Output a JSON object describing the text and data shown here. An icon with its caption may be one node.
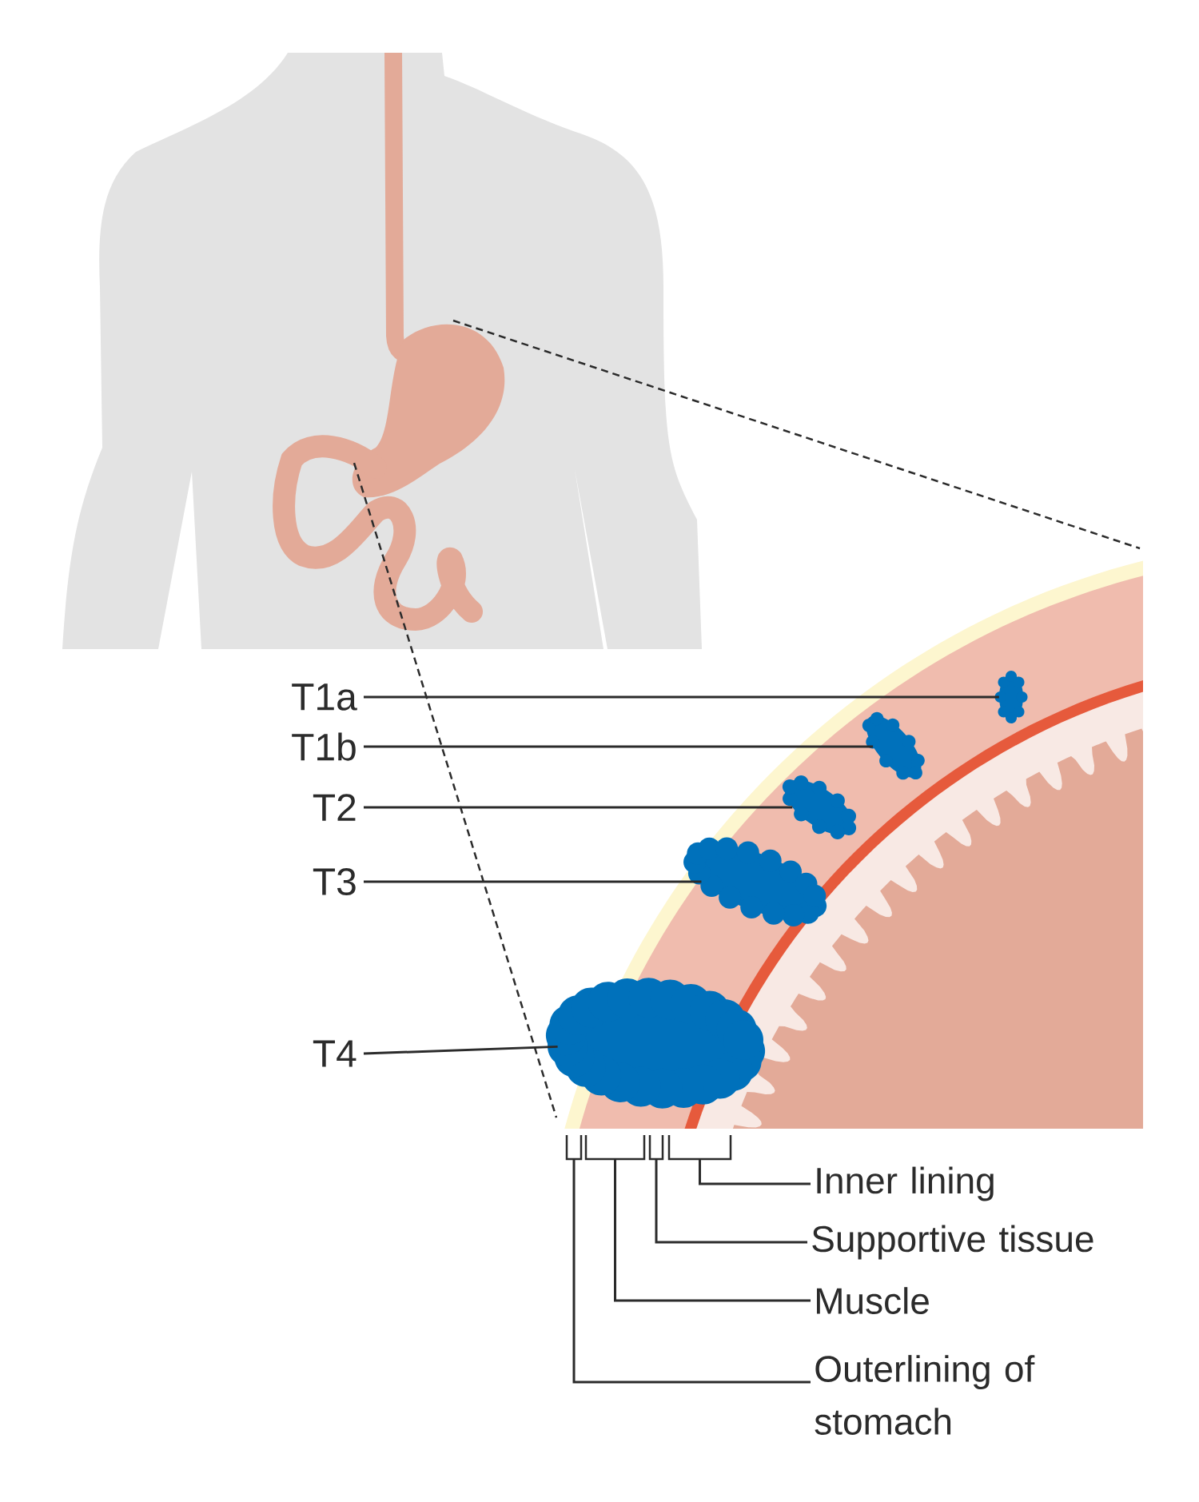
{
  "diagram": {
    "nodes": [
      {
        "text": [
          "T1a"
        ]
      },
      {
        "text": [
          "T1b"
        ]
      },
      {
        "text": [
          "T2"
        ]
      },
      {
        "text": [
          "T3"
        ]
      },
      {
        "text": [
          "T4"
        ]
      },
      {
        "text": [],
        "shape": "cloud"
      },
      {
        "text": [],
        "shape": "cloud"
      },
      {
        "text": [],
        "shape": "cloud"
      },
      {
        "text": [],
        "shape": "cloud"
      },
      {
        "text": [],
        "shape": "cloud"
      },
      {
        "text": [
          "Inner lining"
        ]
      },
      {
        "text": [
          "Supportive tissue"
        ]
      },
      {
        "text": [
          "Muscle"
        ]
      },
      {
        "text": [
          "Outerlining of stomach"
        ]
      },
      {
        "text": [],
        "shape": "bracket"
      },
      {
        "text": [],
        "shape": "bracket"
      },
      {
        "text": [],
        "shape": "bracket"
      },
      {
        "text": [],
        "shape": "bracket"
      }
    ],
    "edges": [
      {
        "from": 0,
        "to": 5,
        "arrow": "none"
      },
      {
        "from": 1,
        "to": 6,
        "arrow": "none"
      },
      {
        "from": 2,
        "to": 7,
        "arrow": "none"
      },
      {
        "from": 3,
        "to": 8,
        "arrow": "none"
      },
      {
        "from": 4,
        "to": 9,
        "arrow": "none"
      },
      {
        "from": 10,
        "to": 17,
        "arrow": "none"
      },
      {
        "from": 11,
        "to": 16,
        "arrow": "none"
      },
      {
        "from": 12,
        "to": 15,
        "arrow": "none"
      },
      {
        "from": 13,
        "to": 14,
        "arrow": "none"
      }
    ]
  }
}
